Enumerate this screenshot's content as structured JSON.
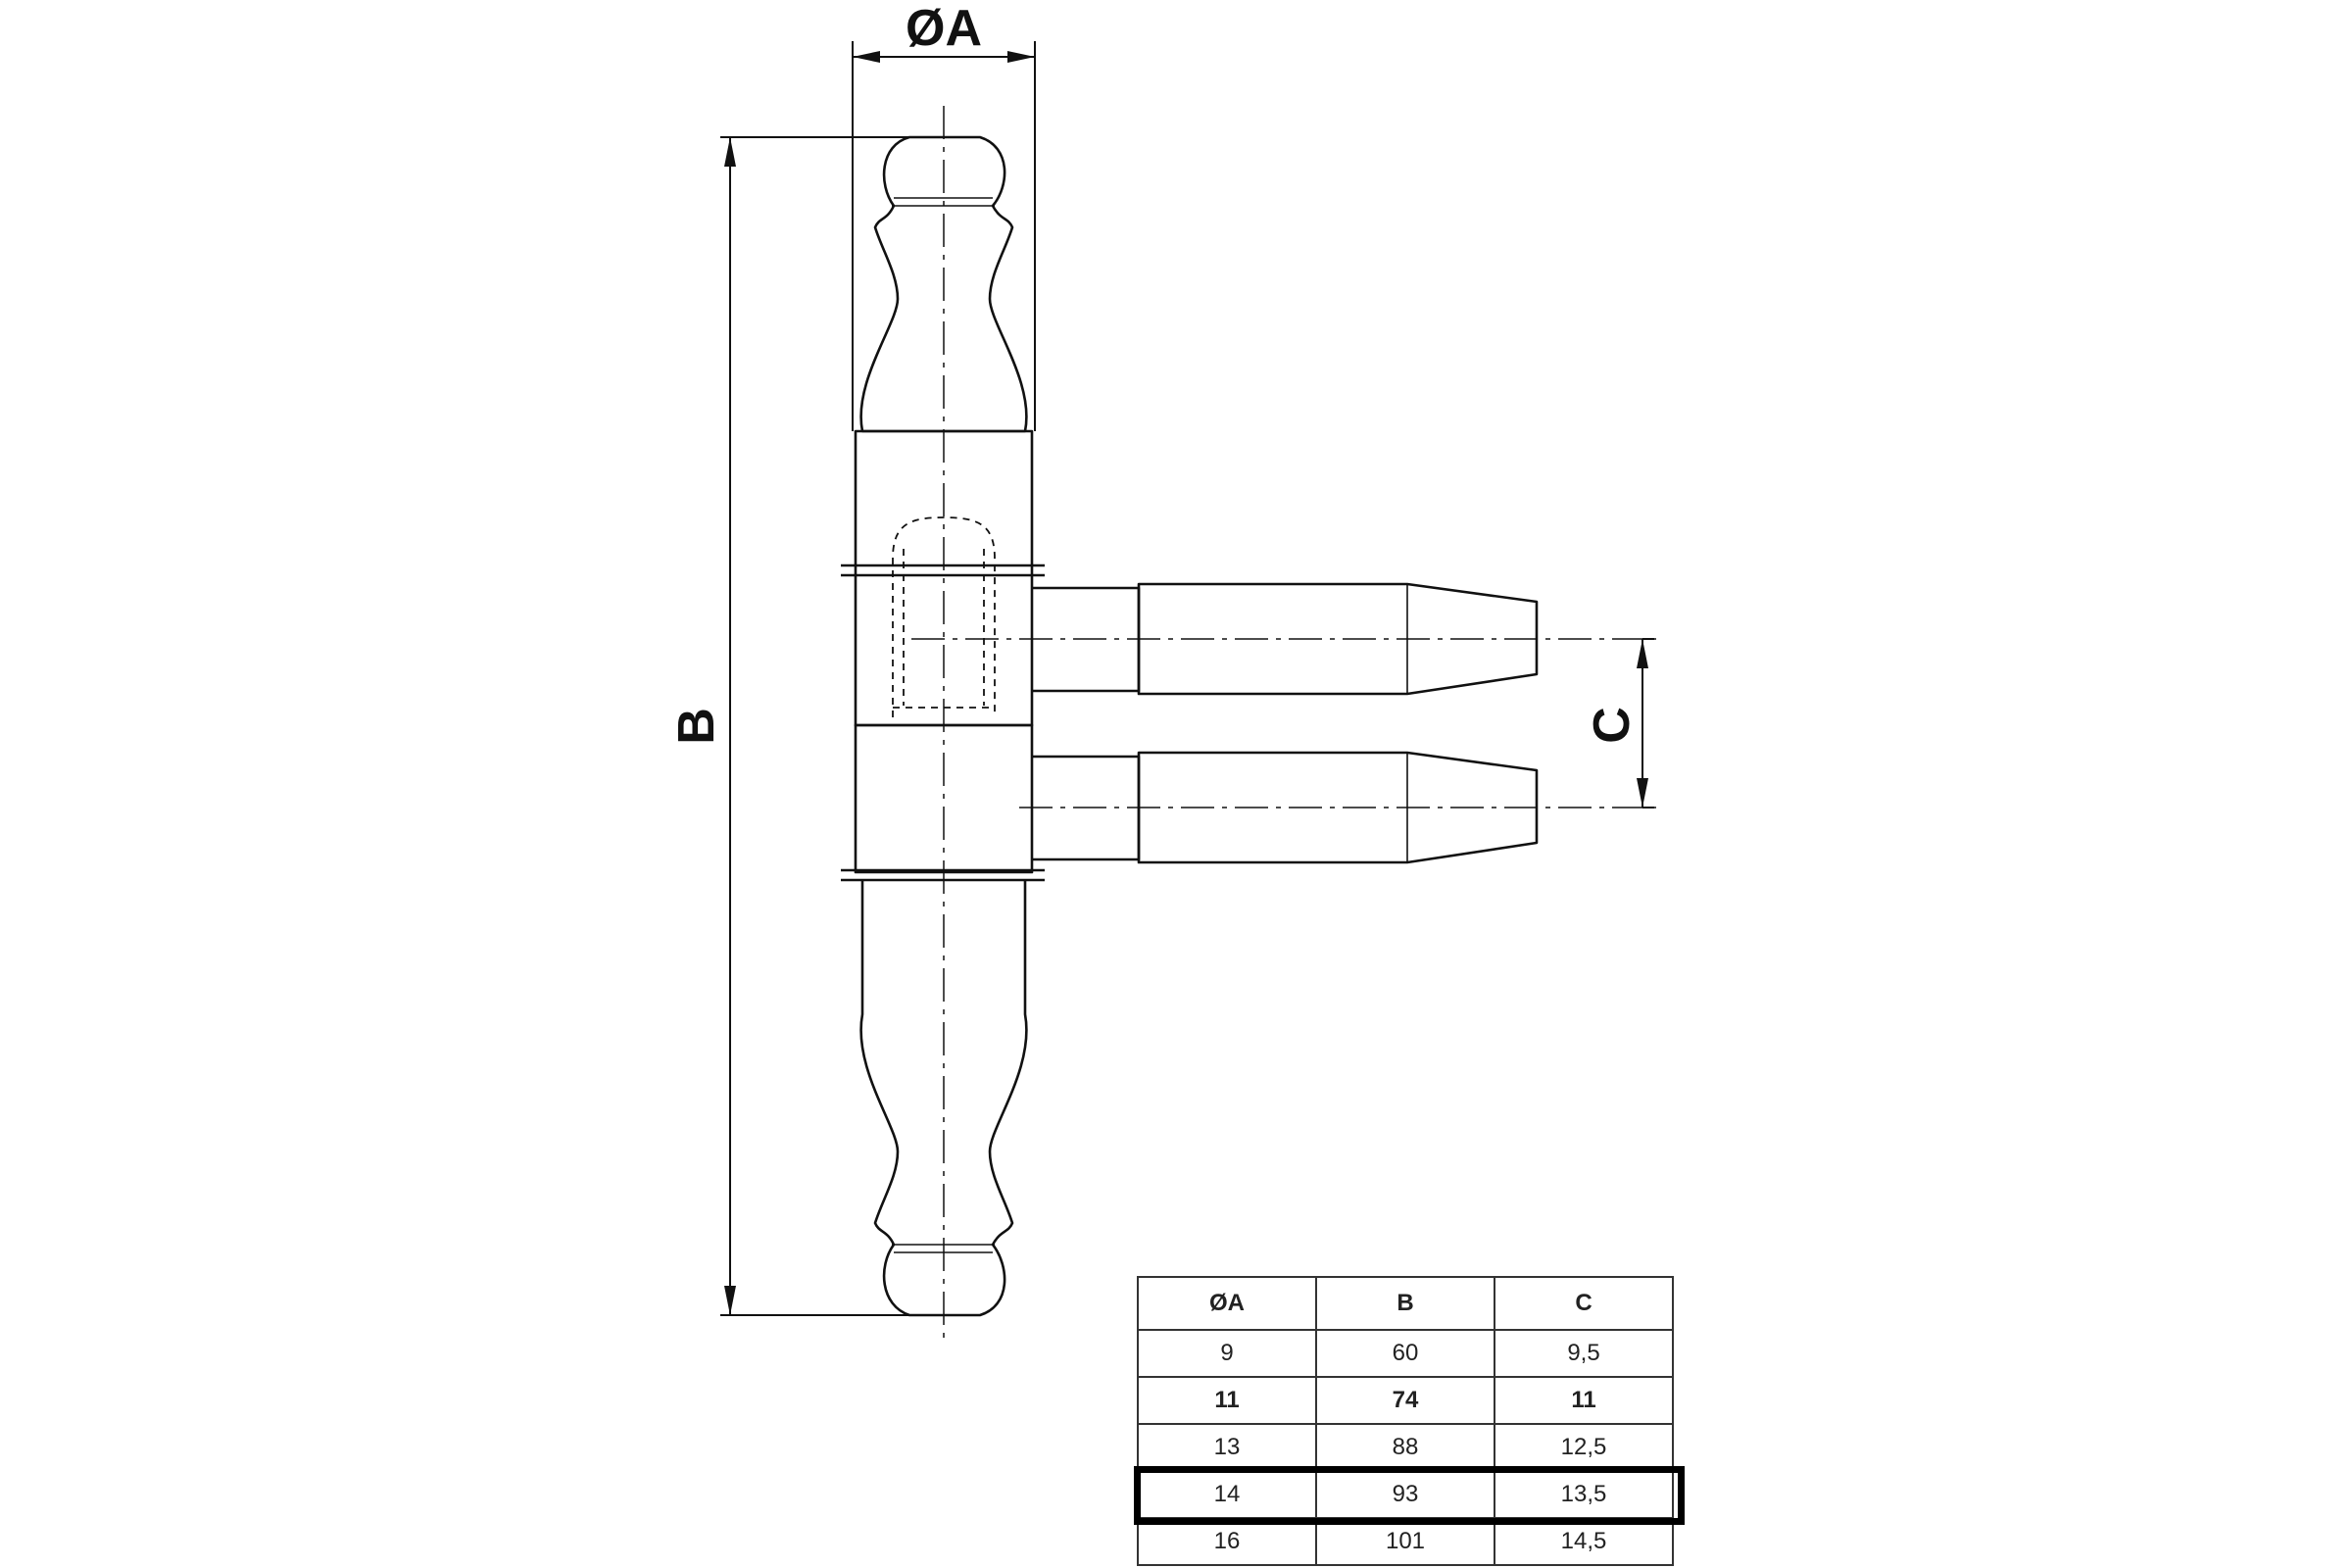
{
  "drawing": {
    "dimension_labels": {
      "diameter": "ØA",
      "length": "B",
      "pin_spacing": "C"
    }
  },
  "table": {
    "headers": [
      "ØA",
      "B",
      "C"
    ],
    "rows": [
      [
        "9",
        "60",
        "9,5"
      ],
      [
        "11",
        "74",
        "11"
      ],
      [
        "13",
        "88",
        "12,5"
      ],
      [
        "14",
        "93",
        "13,5"
      ],
      [
        "16",
        "101",
        "14,5"
      ]
    ],
    "bold_row_index": 1,
    "highlighted_row_index": 3
  }
}
